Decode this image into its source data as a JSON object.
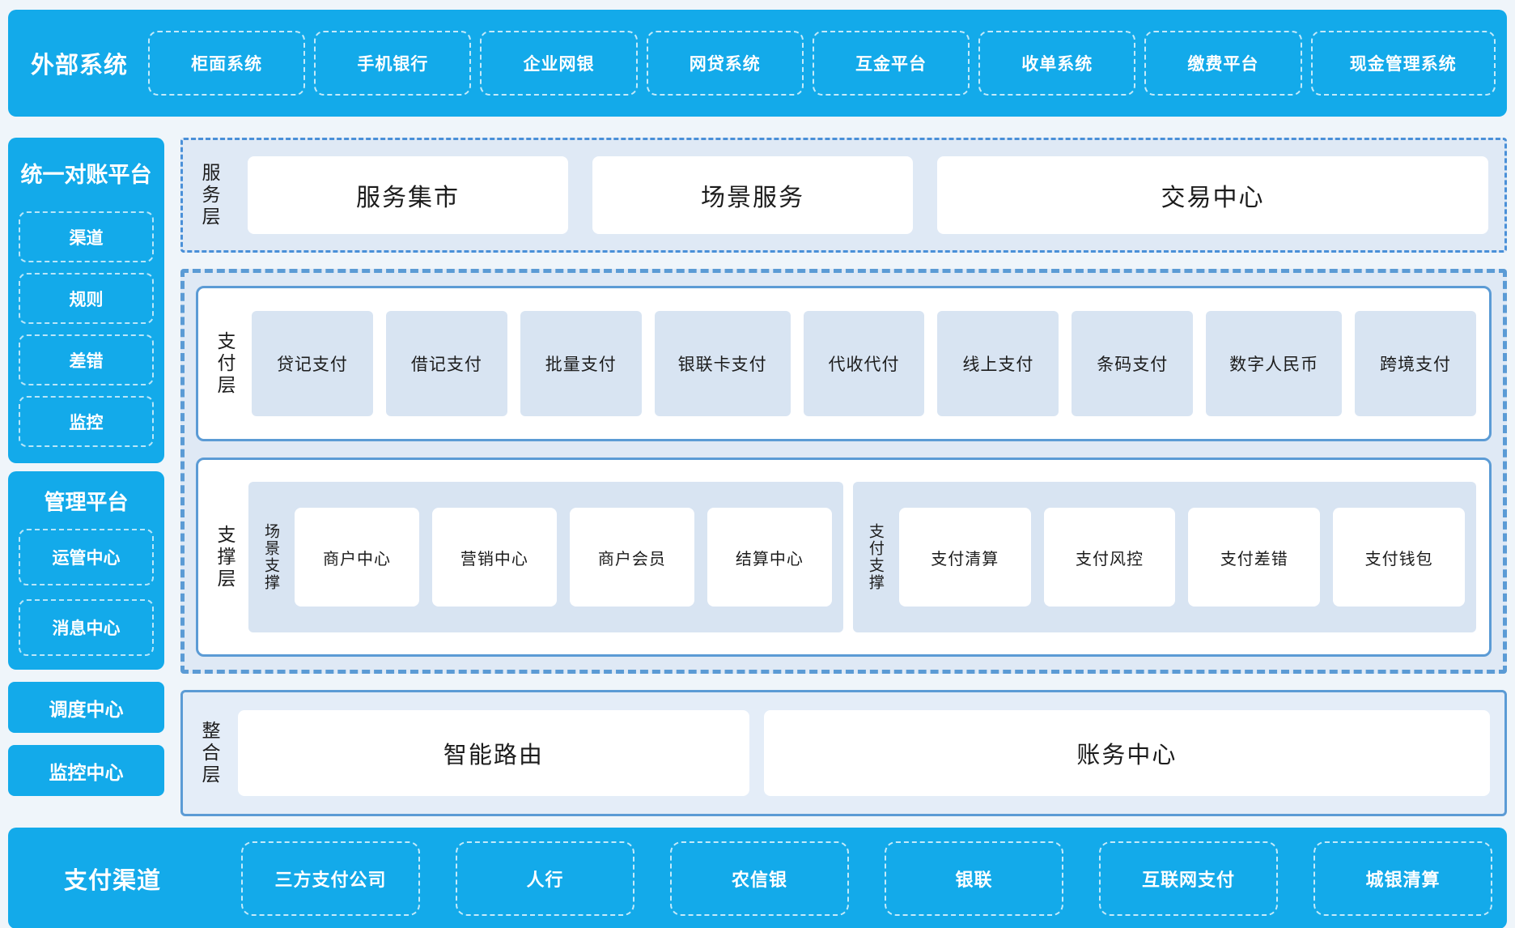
{
  "colors": {
    "brand_blue": "#13aaea",
    "border_blue": "#5b9bd5",
    "panel_bg": "#dfe9f5",
    "item_bg": "#d8e4f2",
    "text_dark": "#1c1c1c",
    "text_on_blue": "#ffffff"
  },
  "top_bar": {
    "title": "外部系统",
    "items": [
      "柜面系统",
      "手机银行",
      "企业网银",
      "网贷系统",
      "互金平台",
      "收单系统",
      "缴费平台",
      "现金管理系统"
    ]
  },
  "sidebar": {
    "reconciliation": {
      "title": "统一对账平台",
      "items": [
        "渠道",
        "规则",
        "差错",
        "监控"
      ]
    },
    "management": {
      "title": "管理平台",
      "items": [
        "运管中心",
        "消息中心"
      ]
    },
    "standalone": [
      "调度中心",
      "监控中心"
    ]
  },
  "layers": {
    "service": {
      "label": "服务层",
      "items": [
        "服务集市",
        "场景服务",
        "交易中心"
      ]
    },
    "payment": {
      "label": "支付层",
      "items": [
        "贷记支付",
        "借记支付",
        "批量支付",
        "银联卡支付",
        "代收代付",
        "线上支付",
        "条码支付",
        "数字人民币",
        "跨境支付"
      ]
    },
    "support": {
      "label": "支撑层",
      "groups": [
        {
          "label": "场景支撑",
          "items": [
            "商户中心",
            "营销中心",
            "商户会员",
            "结算中心"
          ]
        },
        {
          "label": "支付支撑",
          "items": [
            "支付清算",
            "支付风控",
            "支付差错",
            "支付钱包"
          ]
        }
      ]
    },
    "integration": {
      "label": "整合层",
      "items": [
        "智能路由",
        "账务中心"
      ]
    }
  },
  "bottom_bar": {
    "title": "支付渠道",
    "items": [
      "三方支付公司",
      "人行",
      "农信银",
      "银联",
      "互联网支付",
      "城银清算"
    ]
  }
}
